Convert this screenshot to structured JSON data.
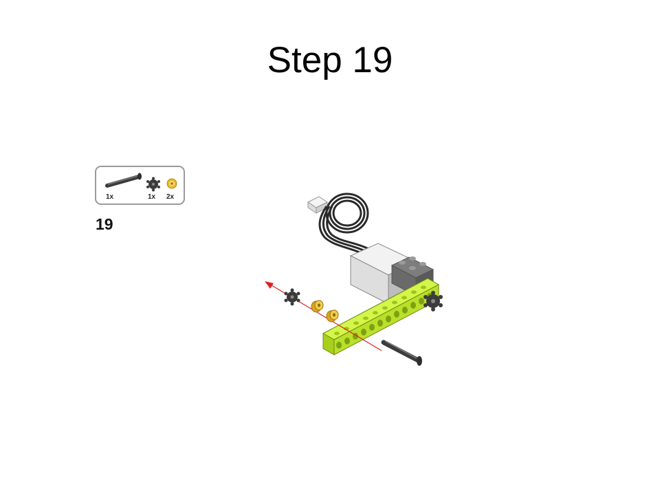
{
  "slide": {
    "title": "Step 19"
  },
  "parts_list": {
    "items": [
      {
        "name": "axle",
        "quantity": "1x",
        "icon": "axle-icon"
      },
      {
        "name": "gear",
        "quantity": "1x",
        "icon": "gear-icon"
      },
      {
        "name": "bush",
        "quantity": "2x",
        "icon": "bush-icon"
      }
    ]
  },
  "step_number": "19",
  "colors": {
    "beam": "#b5e61d",
    "bush": "#f2c94c",
    "gear": "#4a4a4a",
    "axle": "#5a5a5a",
    "motor": "#e6e6e6",
    "arrow": "#e02020"
  }
}
